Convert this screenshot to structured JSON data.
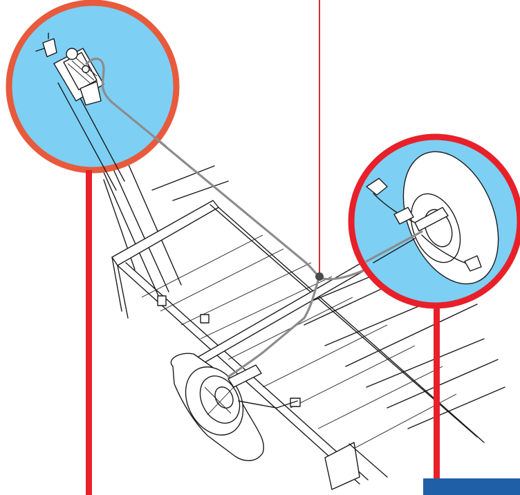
{
  "diagram": {
    "description_visible_text": "",
    "colors": {
      "zoom_fill": "#7dcff4",
      "zoom_ring_red": "#e8202a",
      "zoom_ring_orange": "#e85a3c",
      "leader_red": "#e8202a",
      "center_leader": "#c8303a",
      "cable": "#8c8c8c",
      "line_art": "#1a1a1a",
      "caption_tab": "#1f5fa8"
    },
    "callouts": [
      {
        "id": "coupler",
        "subject": "hitch-coupler-actuator"
      },
      {
        "id": "wheel",
        "subject": "wheel-brake-assembly"
      }
    ]
  }
}
